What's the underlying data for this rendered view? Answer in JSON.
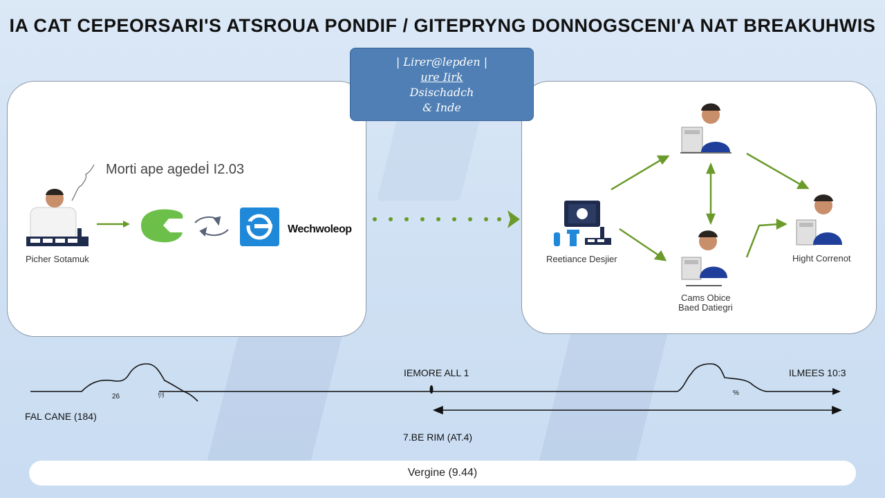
{
  "title": "IA CAT CEPEORSARI'S ATSROUA PONDIF / GITEPRYNG DONNOGSCENI'A NAT BREAKUHWIS",
  "callout": {
    "lines": [
      "| Lirer@lepden |",
      "ure Iirk",
      "Dsischadch",
      "& Inde"
    ]
  },
  "left_panel": {
    "annotation": "Morti ape agedeİ I2.03",
    "person_label": "Picher Sotamuk",
    "brand_label": "Wechwoleop"
  },
  "right_panel": {
    "source_label": "Reetiance Desjier",
    "bottom_label_line1": "Cams Obice",
    "bottom_label_line2": "Baed Datiegri",
    "right_label": "Hight Correnot"
  },
  "timeline": {
    "label_left": "FAL CANE (184)",
    "label_center": "IEMORE ALL 1",
    "label_right": "ILMEES 10:3",
    "label_below": "7.BE RIM (AT.4)",
    "small_left_1": "26",
    "small_left_2": "ﾘﾘ",
    "small_right": "% "
  },
  "footer": {
    "text": "Vergine (9.44)"
  },
  "colors": {
    "arrow_green": "#6a9a2a",
    "callout_blue": "#4f7fb4",
    "logo_blue": "#1f88d8",
    "logo_green": "#6cc04a"
  }
}
